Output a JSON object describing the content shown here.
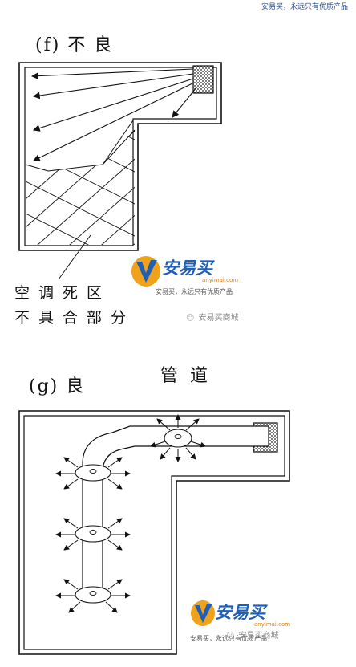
{
  "header": {
    "slogan": "安易买，永远只有优质产品"
  },
  "figure_f": {
    "label": "(f) 不 良",
    "caption_line1": "空调死区",
    "caption_line2": "不具合部分"
  },
  "figure_g": {
    "label": "(g) 良",
    "pipe_label": "管 道"
  },
  "watermark_1": {
    "brand": "安易买",
    "url": "anyimai.com",
    "slogan": "安易买，永远只有优质产品",
    "wechat": "安易买商城"
  },
  "watermark_2": {
    "brand": "安易买",
    "url": "anyimai.com",
    "slogan": "安易买，永远只有优质产品",
    "wechat": "安易买商城"
  },
  "colors": {
    "line": "#111111",
    "logo_blue": "#1f5fb5",
    "logo_orange": "#f0a21a"
  }
}
